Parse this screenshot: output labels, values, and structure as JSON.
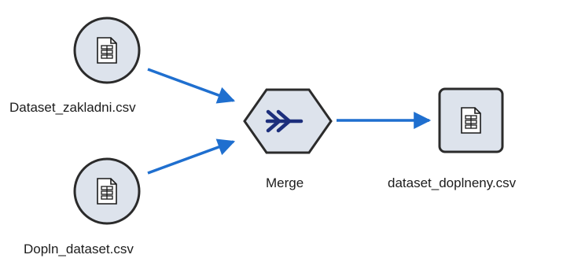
{
  "nodes": {
    "source_top": {
      "label": "Dataset_zakladni.csv",
      "icon": "csv-file-icon",
      "shape": "circle"
    },
    "source_bottom": {
      "label": "Dopln_dataset.csv",
      "icon": "csv-file-icon",
      "shape": "circle"
    },
    "merge": {
      "label": "Merge",
      "icon": "merge-arrows-icon",
      "shape": "hexagon"
    },
    "output": {
      "label": "dataset_doplneny.csv",
      "icon": "csv-file-icon",
      "shape": "rounded-square"
    }
  },
  "edges": [
    {
      "from": "source_top",
      "to": "merge"
    },
    {
      "from": "source_bottom",
      "to": "merge"
    },
    {
      "from": "merge",
      "to": "output"
    }
  ],
  "colors": {
    "node_fill": "#dde3ec",
    "node_stroke": "#2b2b2b",
    "edge": "#1f6fcf",
    "icon_ink": "#1a1a1a",
    "merge_chevron": "#1d2f7c"
  }
}
